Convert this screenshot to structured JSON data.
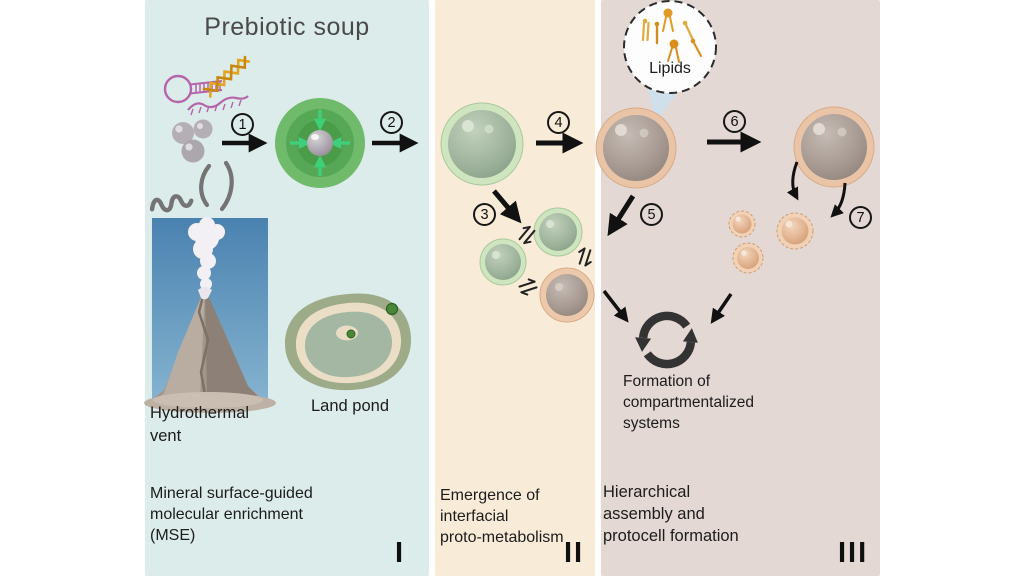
{
  "figure": {
    "steps": [
      "1",
      "2",
      "3",
      "4",
      "5",
      "6",
      "7"
    ],
    "panels": [
      {
        "id": "I",
        "title": "Prebiotic soup",
        "numeral": "I",
        "caption": "Mineral surface-guided\nmolecular enrichment\n(MSE)",
        "labels": {
          "vent": "Hydrothermal\nvent",
          "pond": "Land pond"
        },
        "background": "#dcecea"
      },
      {
        "id": "II",
        "numeral": "II",
        "caption": "Emergence of\ninterfacial\nproto-metabolism",
        "background": "#f8ecd8"
      },
      {
        "id": "III",
        "numeral": "III",
        "caption": "Hierarchical\nassembly and\nprotocell formation",
        "labels": {
          "lipids": "Lipids",
          "recycle": "Formation of\ncompartmentalized\nsystems"
        },
        "background": "#e3d8d3"
      }
    ],
    "icons": [
      "rna-hairpin-icon",
      "dna-icon",
      "rna-strand-icon",
      "monomer-spheres-icon",
      "peptide-squiggles-icon",
      "green-protocell-icon",
      "hydrothermal-vent-icon",
      "land-pond-icon",
      "green-vesicle-icon",
      "tan-vesicle-icon",
      "equilibrium-icon",
      "lipids-bubble-icon",
      "lipid-icon",
      "peach-droplet-icon",
      "cycle-arrows-icon",
      "arrow-icon"
    ],
    "colors": {
      "panel1_bg": "#dcecea",
      "panel2_bg": "#f8ecd8",
      "panel3_bg": "#e3d8d3",
      "green_cell": "#56a756",
      "green_vesicle_ring": "#cfe5c0",
      "vesicle_interior": "#9cb199",
      "tan_ring": "#e9c4a6",
      "tan_interior": "#a3968e",
      "peach_droplet": "#e0b08c",
      "lipid_orange": "#e09a28",
      "rna_magenta": "#b565ab",
      "dna_orange": "#e2a51f",
      "arrow_black": "#111111",
      "cycle_gray": "#333333",
      "text": "#1c1c1c",
      "title_gray": "#4a4a4a"
    }
  }
}
